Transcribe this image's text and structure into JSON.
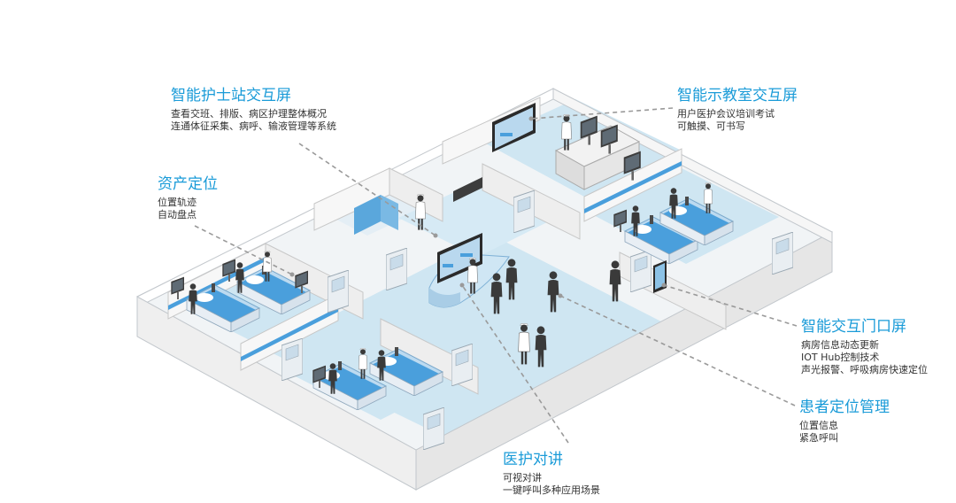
{
  "colors": {
    "title": "#1a9bd8",
    "text": "#333333",
    "floor": "#cfe6f2",
    "wall": "#f4f4f4",
    "bed": "#4a9fdc",
    "leader": "#9a9a9a"
  },
  "callouts": {
    "nurse_station": {
      "title": "智能护士站交互屏",
      "lines": [
        "查看交班、排版、病区护理整体概况",
        "连通体征采集、病呼、输液管理等系统"
      ]
    },
    "classroom": {
      "title": "智能示教室交互屏",
      "lines": [
        "用户医护会议培训考试",
        "可触摸、可书写"
      ]
    },
    "asset": {
      "title": "资产定位",
      "lines": [
        "位置轨迹",
        "自动盘点"
      ]
    },
    "door_screen": {
      "title": "智能交互门口屏",
      "lines": [
        "病房信息动态更新",
        "IOT Hub控制技术",
        "声光报警、呼吸病房快速定位"
      ]
    },
    "patient": {
      "title": "患者定位管理",
      "lines": [
        "位置信息",
        "紧急呼叫"
      ]
    },
    "intercom": {
      "title": "医护对讲",
      "lines": [
        "可视对讲",
        "一键呼叫多种应用场景"
      ]
    }
  }
}
